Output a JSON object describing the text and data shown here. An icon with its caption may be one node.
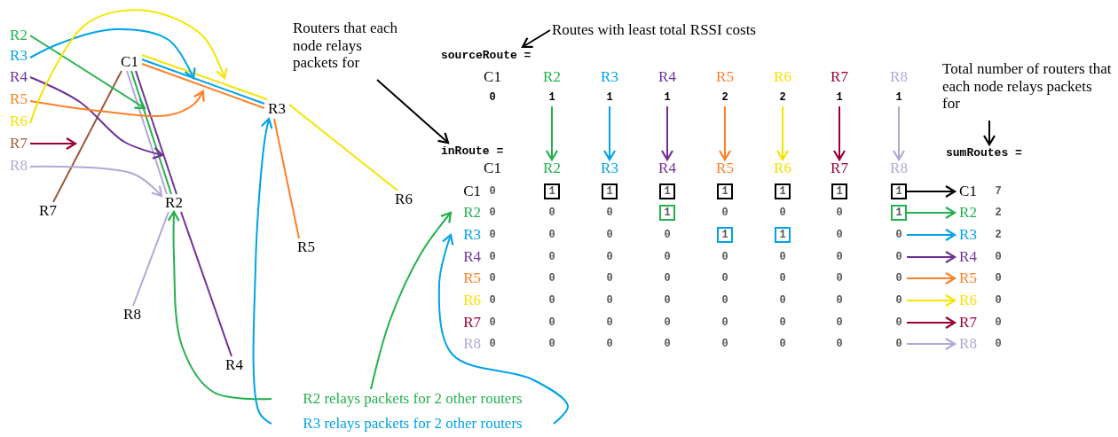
{
  "diagram": {
    "nodes": [
      {
        "text": [
          "R2"
        ]
      },
      {
        "text": [
          "R3"
        ]
      },
      {
        "text": [
          "R4"
        ]
      },
      {
        "text": [
          "R5"
        ]
      },
      {
        "text": [
          "R6"
        ]
      },
      {
        "text": [
          "R7"
        ]
      },
      {
        "text": [
          "R8"
        ]
      },
      {
        "text": [
          "C1"
        ]
      },
      {
        "text": [
          "R2"
        ]
      },
      {
        "text": [
          "R3"
        ]
      },
      {
        "text": [
          "R7"
        ]
      },
      {
        "text": [
          "R8"
        ]
      },
      {
        "text": [
          "R4"
        ]
      },
      {
        "text": [
          "R5"
        ]
      },
      {
        "text": [
          "R6"
        ]
      },
      {
        "text": [
          "Routers that each node relays packets for"
        ]
      },
      {
        "text": [
          "Routes with least total RSSI costs"
        ]
      },
      {
        "text": [
          "Total number of routers that each node relays packets for"
        ]
      },
      {
        "text": [
          "sourceRoute ="
        ]
      },
      {
        "text": [
          "inRoute ="
        ]
      },
      {
        "text": [
          "sumRoutes ="
        ]
      },
      {
        "text": [
          "R2 relays packets for 2 other routers"
        ]
      },
      {
        "text": [
          "R3 relays packets for 2 other routers"
        ]
      },
      {
        "text": [
          "0"
        ]
      },
      {
        "text": [
          "1"
        ]
      },
      {
        "text": [
          "1"
        ]
      },
      {
        "text": [
          "1"
        ]
      },
      {
        "text": [
          "2"
        ]
      },
      {
        "text": [
          "2"
        ]
      },
      {
        "text": [
          "1"
        ]
      },
      {
        "text": [
          "1"
        ]
      },
      {
        "text": [
          "C1"
        ]
      },
      {
        "text": [
          "R2"
        ]
      },
      {
        "text": [
          "R3"
        ]
      },
      {
        "text": [
          "R4"
        ]
      },
      {
        "text": [
          "R5"
        ]
      },
      {
        "text": [
          "R6"
        ]
      },
      {
        "text": [
          "R7"
        ]
      },
      {
        "text": [
          "R8"
        ]
      },
      {
        "text": [
          "C1"
        ]
      },
      {
        "text": [
          "R2"
        ]
      },
      {
        "text": [
          "R3"
        ]
      },
      {
        "text": [
          "R4"
        ]
      },
      {
        "text": [
          "R5"
        ]
      },
      {
        "text": [
          "R6"
        ]
      },
      {
        "text": [
          "R7"
        ]
      },
      {
        "text": [
          "R8"
        ]
      },
      {
        "text": [
          "1"
        ]
      },
      {
        "text": [
          "1"
        ]
      },
      {
        "text": [
          "1"
        ]
      },
      {
        "text": [
          "1"
        ]
      },
      {
        "text": [
          "1"
        ]
      },
      {
        "text": [
          "1"
        ]
      },
      {
        "text": [
          "1"
        ]
      },
      {
        "text": [
          "1"
        ]
      },
      {
        "text": [
          "1"
        ]
      },
      {
        "text": [
          "1"
        ]
      },
      {
        "text": [
          "1"
        ]
      },
      {
        "text": [
          "0"
        ]
      },
      {
        "text": [
          "0"
        ]
      },
      {
        "text": [
          "0"
        ]
      },
      {
        "text": [
          "0"
        ]
      },
      {
        "text": [
          "0"
        ]
      },
      {
        "text": [
          "0"
        ]
      },
      {
        "text": [
          "C1"
        ]
      },
      {
        "text": [
          "R2"
        ]
      },
      {
        "text": [
          "R3"
        ]
      },
      {
        "text": [
          "R4"
        ]
      },
      {
        "text": [
          "R5"
        ]
      },
      {
        "text": [
          "R6"
        ]
      },
      {
        "text": [
          "R7"
        ]
      },
      {
        "text": [
          "R8"
        ]
      }
    ],
    "edges": [
      {
        "from": 7,
        "to": 8,
        "arrow": "none",
        "color": "#22b14c"
      },
      {
        "from": 7,
        "to": 8,
        "arrow": "none",
        "color": "#6f3198"
      },
      {
        "from": 7,
        "to": 8,
        "arrow": "none",
        "color": "#b4a7d6"
      },
      {
        "from": 8,
        "to": 12,
        "arrow": "none",
        "color": "#6f3198"
      },
      {
        "from": 8,
        "to": 11,
        "arrow": "none",
        "color": "#b4a7d6"
      },
      {
        "from": 7,
        "to": 9,
        "arrow": "none",
        "color": "#f5e400"
      },
      {
        "from": 7,
        "to": 9,
        "arrow": "none",
        "color": "#00a2e8"
      },
      {
        "from": 7,
        "to": 9,
        "arrow": "none",
        "color": "#ff7f27"
      },
      {
        "from": 9,
        "to": 13,
        "arrow": "none",
        "color": "#ff7f27"
      },
      {
        "from": 9,
        "to": 14,
        "arrow": "none",
        "color": "#f5e400"
      },
      {
        "from": 7,
        "to": 10,
        "arrow": "none",
        "color": "#9c5a3c"
      },
      {
        "from": 0,
        "to": null,
        "arrow": "to",
        "color": "#22b14c"
      },
      {
        "from": 1,
        "to": null,
        "arrow": "to",
        "color": "#00a2e8"
      },
      {
        "from": 2,
        "to": null,
        "arrow": "to",
        "color": "#6f3198"
      },
      {
        "from": 3,
        "to": null,
        "arrow": "to",
        "color": "#ff7f27"
      },
      {
        "from": 4,
        "to": null,
        "arrow": "to",
        "color": "#f5e400"
      },
      {
        "from": 5,
        "to": null,
        "arrow": "to",
        "color": "#990030"
      },
      {
        "from": 6,
        "to": 8,
        "arrow": "to",
        "color": "#b4a7d6"
      },
      {
        "from": 15,
        "to": 19,
        "arrow": "to",
        "color": "#000000"
      },
      {
        "from": 16,
        "to": 18,
        "arrow": "to",
        "color": "#000000"
      },
      {
        "from": 17,
        "to": 20,
        "arrow": "to",
        "color": "#000000"
      },
      {
        "from": 21,
        "to": 8,
        "arrow": "to",
        "color": "#22b14c"
      },
      {
        "from": 21,
        "to": 40,
        "arrow": "to",
        "color": "#22b14c"
      },
      {
        "from": 22,
        "to": 9,
        "arrow": "to",
        "color": "#00a2e8"
      },
      {
        "from": 22,
        "to": 41,
        "arrow": "to",
        "color": "#00a2e8"
      },
      {
        "from": 24,
        "to": 32,
        "arrow": "to",
        "color": "#22b14c"
      },
      {
        "from": 25,
        "to": 33,
        "arrow": "to",
        "color": "#00a2e8"
      },
      {
        "from": 26,
        "to": 34,
        "arrow": "to",
        "color": "#6f3198"
      },
      {
        "from": 27,
        "to": 35,
        "arrow": "to",
        "color": "#ff7f27"
      },
      {
        "from": 28,
        "to": 36,
        "arrow": "to",
        "color": "#f5e400"
      },
      {
        "from": 29,
        "to": 37,
        "arrow": "to",
        "color": "#990030"
      },
      {
        "from": 30,
        "to": 38,
        "arrow": "to",
        "color": "#b4a7d6"
      },
      {
        "from": 53,
        "to": 64,
        "arrow": "to",
        "color": "#000000"
      },
      {
        "from": 55,
        "to": 65,
        "arrow": "to",
        "color": "#22b14c"
      },
      {
        "from": 58,
        "to": 66,
        "arrow": "to",
        "color": "#00a2e8"
      },
      {
        "from": 59,
        "to": 67,
        "arrow": "to",
        "color": "#6f3198"
      },
      {
        "from": 60,
        "to": 68,
        "arrow": "to",
        "color": "#ff7f27"
      },
      {
        "from": 61,
        "to": 69,
        "arrow": "to",
        "color": "#f5e400"
      },
      {
        "from": 62,
        "to": 70,
        "arrow": "to",
        "color": "#990030"
      },
      {
        "from": 63,
        "to": 71,
        "arrow": "to",
        "color": "#b4a7d6"
      }
    ],
    "labels": [
      "C1",
      "R2",
      "R3",
      "R4",
      "R5",
      "R6",
      "R7",
      "R8",
      "0",
      "0",
      "0",
      "0",
      "0",
      "0",
      "0",
      "0",
      "0",
      "0",
      "0",
      "0",
      "0",
      "0",
      "0",
      "0",
      "0",
      "0",
      "0",
      "0",
      "0",
      "0",
      "0",
      "0",
      "0",
      "0",
      "0",
      "0",
      "0",
      "0",
      "0",
      "0",
      "0",
      "0",
      "0",
      "0",
      "0",
      "0",
      "0",
      "0",
      "0",
      "0",
      "0",
      "0",
      "0",
      "0",
      "0",
      "7",
      "2",
      "2",
      "0",
      "0",
      "0",
      "0",
      "0"
    ]
  }
}
